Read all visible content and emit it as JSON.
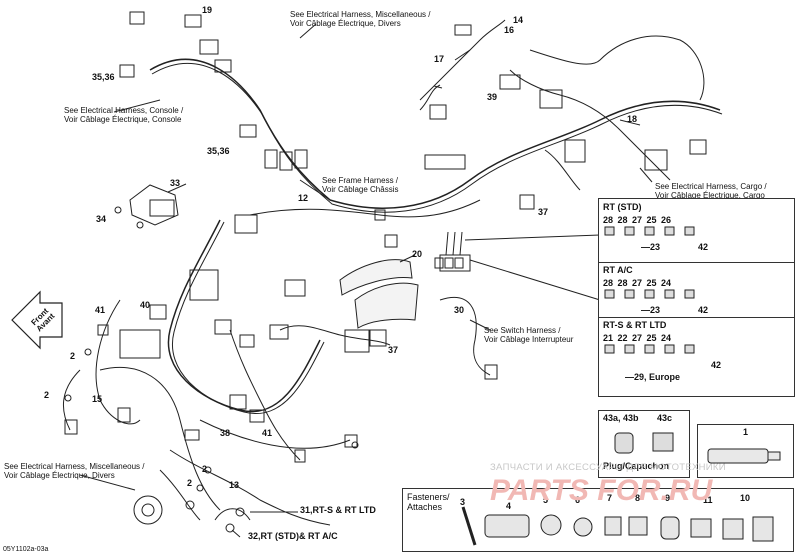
{
  "figure_code": "05Y1102a-03a",
  "callouts": [
    {
      "id": "c1",
      "text": "19"
    },
    {
      "id": "c2",
      "text": "35,36"
    },
    {
      "id": "c3",
      "text": "35,36"
    },
    {
      "id": "c4",
      "text": "14"
    },
    {
      "id": "c5",
      "text": "16"
    },
    {
      "id": "c6",
      "text": "17"
    },
    {
      "id": "c7",
      "text": "39"
    },
    {
      "id": "c8",
      "text": "18"
    },
    {
      "id": "c9",
      "text": "33"
    },
    {
      "id": "c10",
      "text": "34"
    },
    {
      "id": "c11",
      "text": "12"
    },
    {
      "id": "c12",
      "text": "37"
    },
    {
      "id": "c13",
      "text": "20"
    },
    {
      "id": "c14",
      "text": "40"
    },
    {
      "id": "c15",
      "text": "41"
    },
    {
      "id": "c16",
      "text": "30"
    },
    {
      "id": "c17",
      "text": "37"
    },
    {
      "id": "c18",
      "text": "2"
    },
    {
      "id": "c19",
      "text": "2"
    },
    {
      "id": "c20",
      "text": "15"
    },
    {
      "id": "c21",
      "text": "38"
    },
    {
      "id": "c22",
      "text": "41"
    },
    {
      "id": "c23",
      "text": "2"
    },
    {
      "id": "c24",
      "text": "2"
    },
    {
      "id": "c25",
      "text": "13"
    },
    {
      "id": "c26",
      "text": "31,RT-S & RT LTD"
    },
    {
      "id": "c27",
      "text": "32,RT (STD)& RT A/C"
    }
  ],
  "references": [
    {
      "id": "r1",
      "lines": [
        "See Electrical Harness, Miscellaneous /",
        "Voir Câblage Électrique, Divers"
      ]
    },
    {
      "id": "r2",
      "lines": [
        "See Electrical Harness, Console /",
        "Voir Câblage Électrique, Console"
      ]
    },
    {
      "id": "r3",
      "lines": [
        "See Frame Harness /",
        "Voir Câblage Châssis"
      ]
    },
    {
      "id": "r4",
      "lines": [
        "See Electrical Harness, Cargo /",
        "Voir Câblage Électrique, Cargo"
      ]
    },
    {
      "id": "r5",
      "lines": [
        "See Switch Harness /",
        "Voir Câblage Interrupteur"
      ]
    },
    {
      "id": "r6",
      "lines": [
        "See Electrical Harness, Miscellaneous /",
        "Voir Câblage Électrique, Divers"
      ]
    }
  ],
  "front_label": [
    "Front",
    "Avant"
  ],
  "fuse_groups": [
    {
      "title": "RT (STD)",
      "row1": "28 28 27 25 26",
      "note": "23",
      "extra": "42"
    },
    {
      "title": "RT A/C",
      "row1": "28 28 27 25 24",
      "note": "23",
      "extra": "42"
    },
    {
      "title": "RT-S & RT LTD",
      "row1": "21 22 27 25 24",
      "note": "29, Europe",
      "extra": "42"
    }
  ],
  "plug_box": {
    "left": "43a, 43b",
    "right": "43c",
    "caption": "Plug/Capuchon"
  },
  "tube_box": {
    "number": "1"
  },
  "fasteners": {
    "title": [
      "Fasteners/",
      "Attaches"
    ],
    "numbers": [
      "3",
      "4",
      "5",
      "6",
      "7",
      "8",
      "9",
      "10",
      "11",
      "10"
    ]
  },
  "watermark": {
    "line1": "ЗАПЧАСТИ И АКСЕССУАРЫ ДЛЯ МОТОТЕХНИКИ",
    "line2": "PARTS FOR.RU"
  }
}
